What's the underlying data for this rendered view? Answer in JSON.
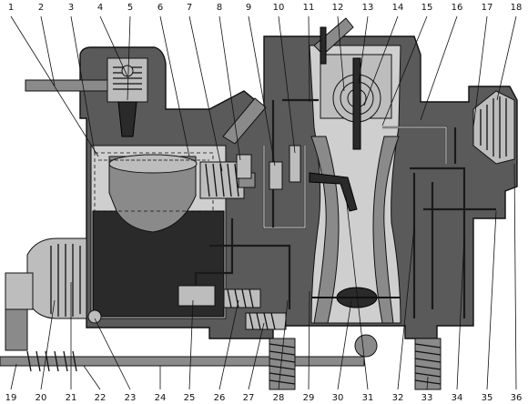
{
  "labels_top": [
    "1",
    "2",
    "3",
    "4",
    "5",
    "6",
    "7",
    "8",
    "9",
    "10",
    "11",
    "12",
    "13",
    "14",
    "15",
    "16",
    "17",
    "18"
  ],
  "labels_bottom": [
    "19",
    "20",
    "21",
    "22",
    "23",
    "24",
    "25",
    "26",
    "27",
    "28",
    "29",
    "30",
    "31",
    "32",
    "33",
    "34",
    "35",
    "36"
  ]
}
